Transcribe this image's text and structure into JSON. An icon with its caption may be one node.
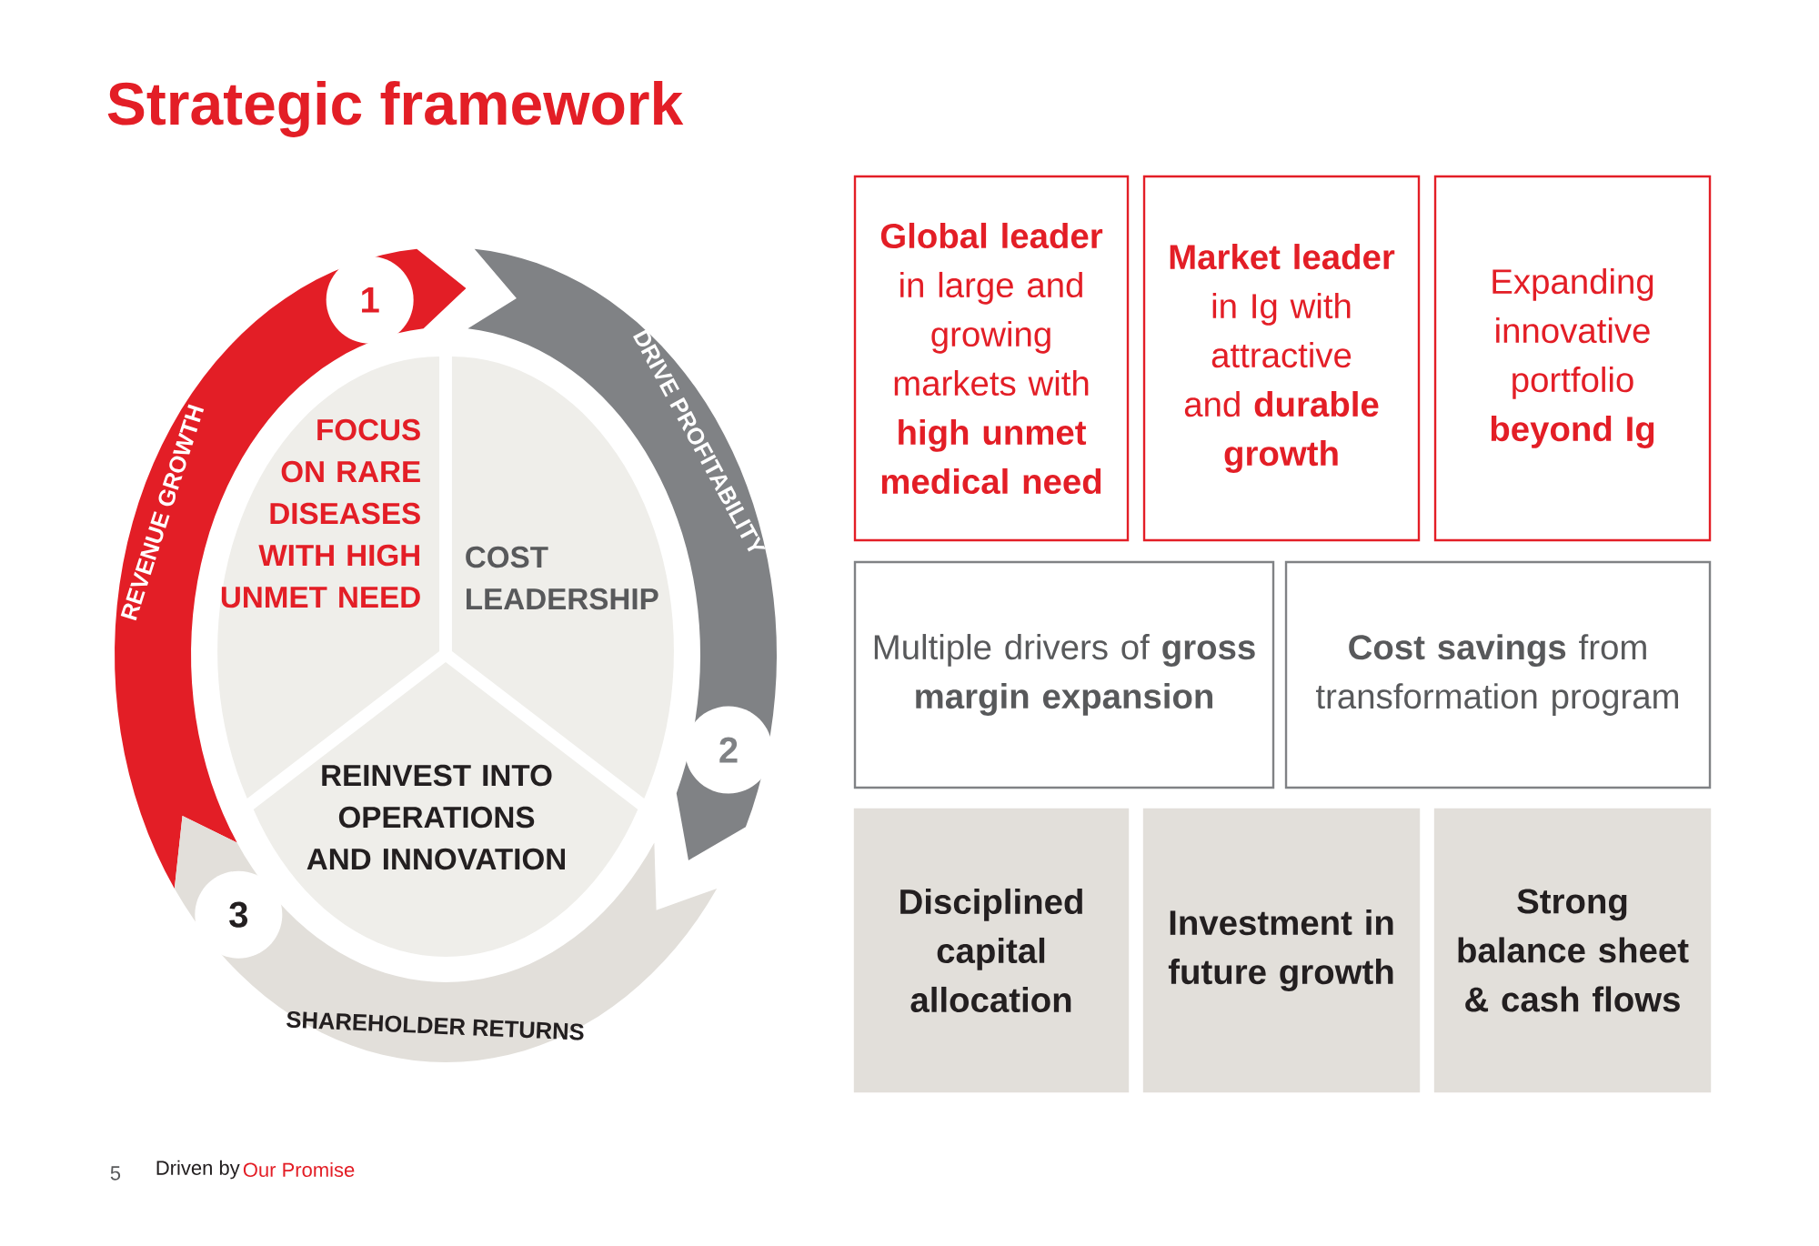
{
  "diagram": {
    "title": "Strategic framework",
    "nodes": [
      {
        "text": [
          "1",
          "REVENUE GROWTH"
        ]
      },
      {
        "text": [
          "2",
          "DRIVE PROFITABILITY"
        ]
      },
      {
        "text": [
          "3",
          "SHAREHOLDER RETURNS"
        ]
      },
      {
        "text": [
          "FOCUS ON RARE DISEASES WITH HIGH UNMET NEED"
        ]
      },
      {
        "text": [
          "COST LEADERSHIP"
        ]
      },
      {
        "text": [
          "REINVEST INTO OPERATIONS AND INNOVATION"
        ]
      },
      {
        "text": [
          "**Global leader** in large and growing markets with **high unmet medical need**"
        ]
      },
      {
        "text": [
          "**Market leader** in Ig with attractive and **durable growth**"
        ]
      },
      {
        "text": [
          "Expanding innovative portfolio **beyond Ig**"
        ]
      },
      {
        "text": [
          "Multiple drivers of **gross margin expansion**"
        ]
      },
      {
        "text": [
          "**Cost savings** from transformation program"
        ]
      },
      {
        "text": [
          "Disciplined capital allocation"
        ]
      },
      {
        "text": [
          "Investment in future growth"
        ]
      },
      {
        "text": [
          "Strong balance sheet & cash flows"
        ]
      }
    ],
    "labels": [
      "5",
      "Driven by",
      "Our Promise"
    ]
  }
}
